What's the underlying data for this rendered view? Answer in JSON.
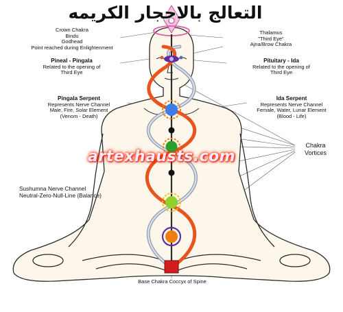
{
  "title": "التعالج بالاحجار الكريمه",
  "watermark": "artexhausts.com",
  "labels": {
    "crown": [
      "Crown Chakra",
      "Bindu",
      "Godhead",
      "Point reached during Enlightenment"
    ],
    "thalamus": [
      "Thalamus",
      "\"Third Eye\"",
      "Ajna/Brow Chakra"
    ],
    "pineal": [
      "Pineal - Pingala",
      "Related to the opening of",
      "Third Eye"
    ],
    "pituitary": [
      "Pituitary - Ida",
      "Related to the opening of",
      "Third Eye"
    ],
    "pingala": [
      "Pingala Serpent",
      "Represents Nerve Channel",
      "Male, Fire, Solar Element",
      "(Venom - Death)"
    ],
    "ida": [
      "Ida Serpent",
      "Represents Nerve Channel",
      "Female, Water, Lunar Element",
      "(Blood - Life)"
    ],
    "vortices": [
      "Chakra",
      "Vortices"
    ],
    "sushumna": [
      "Sushumna Nerve Channel",
      "Neutral-Zero-Null-Line (Balance)"
    ],
    "base": "Base Chakra Coccyx of Spine"
  },
  "colors": {
    "pingala": "#e8541e",
    "ida": "#9aa3b8",
    "skin_line": "#2b2b2b",
    "spine": "#cc2222",
    "crown": "#e85aa8",
    "third_eye": "#5b2fa0",
    "throat": "#3f7be8",
    "heart": "#2ca02c",
    "solar_plexus": "#f2c200",
    "sacral": "#f07d10",
    "root": "#d21d1d"
  },
  "chakras": [
    {
      "name": "crown",
      "color": "#e85aa8"
    },
    {
      "name": "third-eye",
      "color": "#5b2fa0"
    },
    {
      "name": "throat",
      "color": "#3f7be8"
    },
    {
      "name": "heart",
      "color": "#2ca02c"
    },
    {
      "name": "solar-plexus",
      "color": "#8fd12a"
    },
    {
      "name": "sacral",
      "color": "#f07d10"
    },
    {
      "name": "root",
      "color": "#d21d1d"
    }
  ]
}
